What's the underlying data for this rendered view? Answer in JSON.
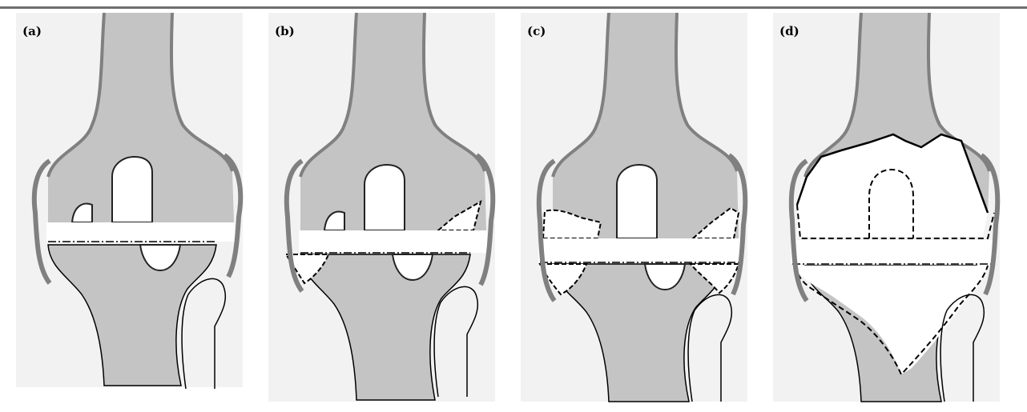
{
  "colors": {
    "bone": "#c4c4c4",
    "background": "#f2f2f2",
    "outline": "#808080",
    "line": "#000000",
    "cavity": "#ffffff"
  },
  "panels": [
    {
      "id": "a",
      "label": "(a)"
    },
    {
      "id": "b",
      "label": "(b)"
    },
    {
      "id": "c",
      "label": "(c)"
    },
    {
      "id": "d",
      "label": "(d)"
    }
  ]
}
